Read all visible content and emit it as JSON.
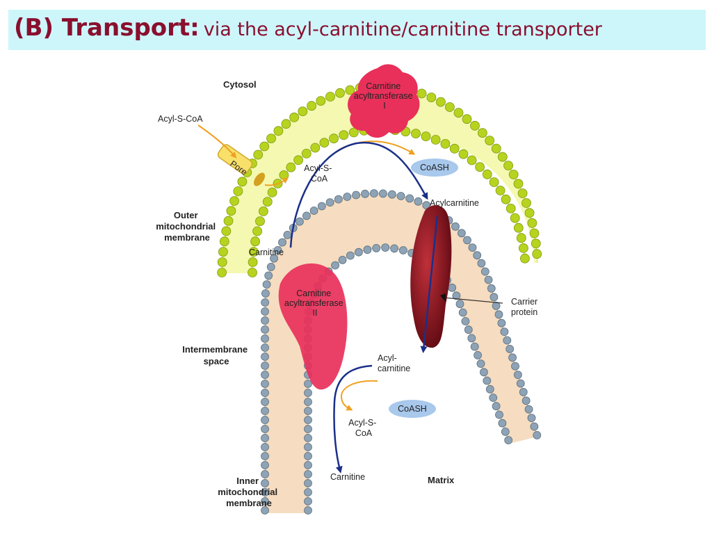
{
  "title": {
    "bold": "(B) Transport:",
    "rest": "via the acyl-carnitine/carnitine transporter"
  },
  "labels": {
    "cytosol": "Cytosol",
    "acyl_s_coa_outside": "Acyl-S-CoA",
    "pore": "Pore",
    "cat1": [
      "Carnitine",
      "acyltransferase",
      "I"
    ],
    "acyl_s_coa_ims": [
      "Acyl-S-",
      "CoA"
    ],
    "coash_top": "CoASH",
    "acylcarnitine_top": "Acylcarnitine",
    "outer_membrane": [
      "Outer",
      "mitochondrial",
      "membrane"
    ],
    "carnitine_ims": "Carnitine",
    "cat2": [
      "Carnitine",
      "acyltransferase",
      "II"
    ],
    "carrier_protein": [
      "Carrier",
      "protein"
    ],
    "intermembrane_space": [
      "Intermembrane",
      "space"
    ],
    "acylcarnitine_matrix": [
      "Acyl-",
      "carnitine"
    ],
    "coash_bottom": "CoASH",
    "acyl_s_coa_matrix": [
      "Acyl-S-",
      "CoA"
    ],
    "carnitine_matrix": "Carnitine",
    "matrix": "Matrix",
    "inner_membrane": [
      "Inner",
      "mitochondrial",
      "membrane"
    ]
  },
  "colors": {
    "title_background": "#cdf6fb",
    "title_text": "#8a0f2e",
    "outer_membrane_fill": "#f4f8b0",
    "outer_membrane_heads": "#b7d31f",
    "inner_membrane_fill": "#f6dcc0",
    "inner_membrane_heads": "#8ea3b5",
    "enzyme": "#e8305a",
    "carrier": "#7a0c14",
    "coash_bubble": "#a8c8ec",
    "arrow_blue": "#1a2f8a",
    "arrow_orange": "#f0a020"
  }
}
